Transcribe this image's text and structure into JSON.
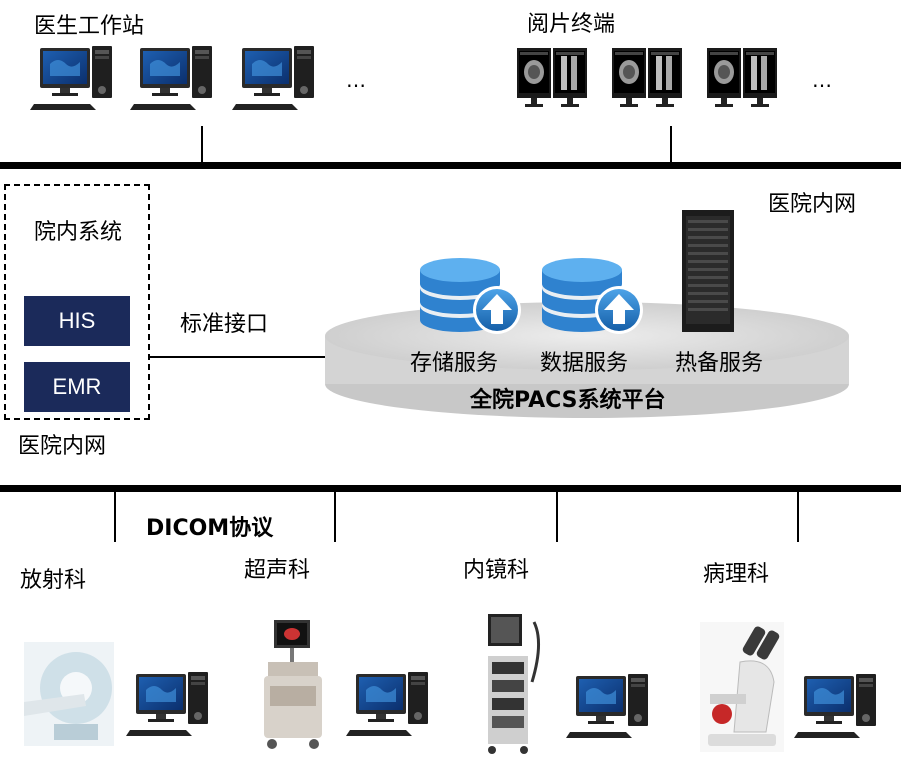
{
  "top": {
    "workstation_label": "医生工作站",
    "viewer_label": "阅片终端",
    "ellipsis_left": "…",
    "ellipsis_right": "…"
  },
  "network_label_top": "医院内网",
  "hospital_system": {
    "title": "院内系统",
    "his": "HIS",
    "emr": "EMR",
    "network_label": "医院内网"
  },
  "interface_label": "标准接口",
  "platform": {
    "title": "全院PACS系统平台",
    "storage": "存储服务",
    "data": "数据服务",
    "backup": "热备服务"
  },
  "protocol_label": "DICOM协议",
  "departments": {
    "radiology": "放射科",
    "ultrasound": "超声科",
    "endoscopy": "内镜科",
    "pathology": "病理科"
  },
  "colors": {
    "dark_blue_box": "#1b2a5a",
    "db_blue": "#1f78c8",
    "platform_gray": "#d9d9d9"
  }
}
